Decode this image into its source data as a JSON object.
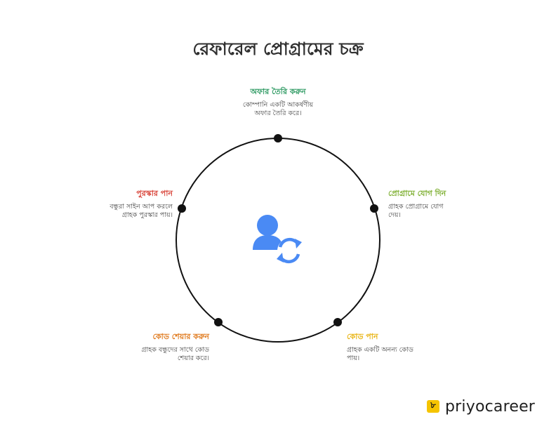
{
  "title": "রেফারেল প্রোগ্রামের চক্র",
  "center_icon": "user-refresh-icon",
  "colors": {
    "circle": "#111111",
    "icon": "#4a8af4",
    "step1": "#2e9a63",
    "step2": "#7fb033",
    "step3": "#e8b414",
    "step4": "#e07b1f",
    "step5": "#d9463b"
  },
  "steps": [
    {
      "title": "অফার তৈরি করুন",
      "desc1": "কোম্পানি একটি আকর্ষণীয়",
      "desc2": "অফার তৈরি করে।"
    },
    {
      "title": "প্রোগ্রামে যোগ দিন",
      "desc1": "গ্রাহক প্রোগ্রামে যোগ",
      "desc2": "দেয়।"
    },
    {
      "title": "কোড পান",
      "desc1": "গ্রাহক একটি অনন্য কোড",
      "desc2": "পায়।"
    },
    {
      "title": "কোড শেয়ার করুন",
      "desc1": "গ্রাহক বন্ধুদের সাথে কোড",
      "desc2": "শেয়ার করে।"
    },
    {
      "title": "পুরস্কার পান",
      "desc1": "বন্ধুরা সাইন আপ করলে",
      "desc2": "গ্রাহক পুরস্কার পায়।"
    }
  ],
  "brand": {
    "logo_glyph": "৮",
    "name": "priyocareer"
  }
}
